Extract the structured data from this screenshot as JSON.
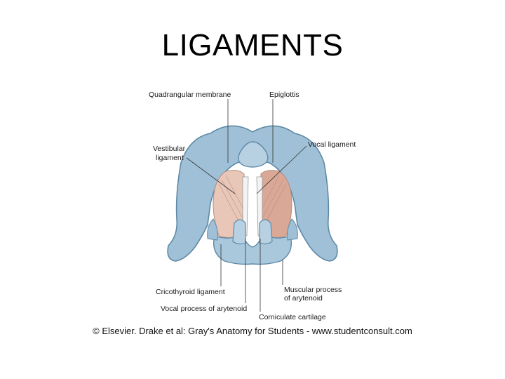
{
  "title": "LIGAMENTS",
  "labels": {
    "quadrangular_membrane": "Quadrangular membrane",
    "epiglottis": "Epiglottis",
    "vestibular_ligament_line1": "Vestibular",
    "vestibular_ligament_line2": "ligament",
    "vocal_ligament": "Vocal ligament",
    "cricothyroid_ligament": "Cricothyroid ligament",
    "vocal_process": "Vocal process of arytenoid",
    "muscular_process_line1": "Muscular process",
    "muscular_process_line2": "of arytenoid",
    "corniculate_cartilage": "Corniculate cartilage"
  },
  "credit": "© Elsevier. Drake et al: Gray's Anatomy for Students - www.studentconsult.com",
  "colors": {
    "cartilage": "#9fc0d6",
    "cartilage_dark": "#5f89a6",
    "membrane": "#e8c7b8",
    "muscle": "#d9a897",
    "leader_line": "#333333"
  }
}
